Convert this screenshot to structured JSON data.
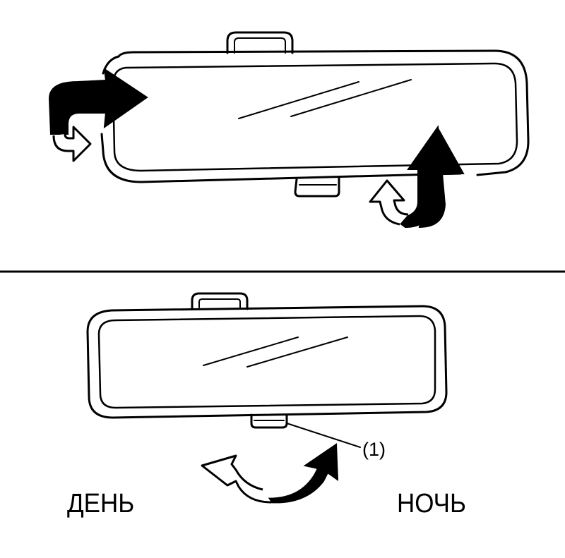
{
  "labels": {
    "day": "ДЕНЬ",
    "night": "НОЧЬ",
    "callout": "(1)"
  },
  "colors": {
    "ink": "#000000",
    "paper": "#ffffff"
  },
  "icons": {
    "top_left_arrow": "rotate-arrow-icon",
    "top_right_arrow": "rotate-arrow-icon",
    "bottom_arrow": "flip-arrow-icon"
  }
}
